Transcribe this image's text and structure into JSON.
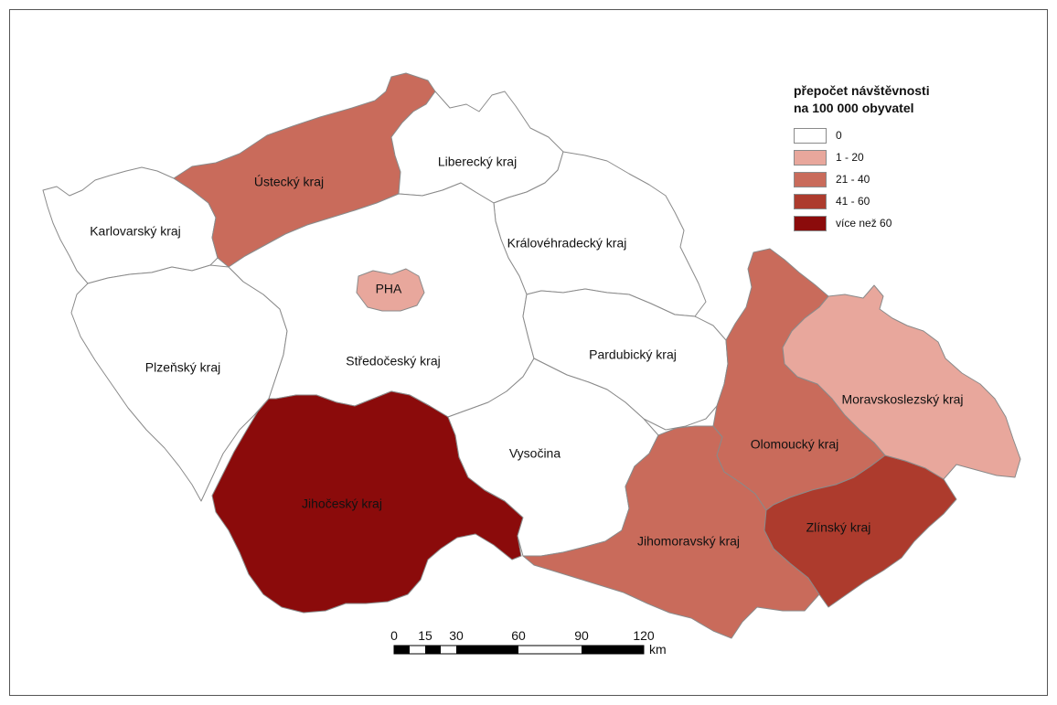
{
  "regions": [
    {
      "key": "karlovarsky",
      "label": "Karlovarský kraj",
      "class": "0"
    },
    {
      "key": "ustecky",
      "label": "Ústecký kraj",
      "class": "21 - 40"
    },
    {
      "key": "liberecky",
      "label": "Liberecký kraj",
      "class": "0"
    },
    {
      "key": "kralovehradecky",
      "label": "Královéhradecký kraj",
      "class": "0"
    },
    {
      "key": "plzensky",
      "label": "Plzeňský kraj",
      "class": "0"
    },
    {
      "key": "stredocesky",
      "label": "Středočeský kraj",
      "class": "0"
    },
    {
      "key": "praha",
      "label": "PHA",
      "class": "1 - 20"
    },
    {
      "key": "pardubicky",
      "label": "Pardubický kraj",
      "class": "0"
    },
    {
      "key": "jihocesky",
      "label": "Jihočeský kraj",
      "class": "více než 60"
    },
    {
      "key": "vysocina",
      "label": "Vysočina",
      "class": "0"
    },
    {
      "key": "jihomoravsky",
      "label": "Jihomoravský kraj",
      "class": "21 - 40"
    },
    {
      "key": "olomoucky",
      "label": "Olomoucký kraj",
      "class": "21 - 40"
    },
    {
      "key": "zlinsky",
      "label": "Zlínský kraj",
      "class": "41 - 60"
    },
    {
      "key": "moravskoslezsky",
      "label": "Moravskoslezský kraj",
      "class": "1 - 20"
    }
  ],
  "legend": {
    "title_line1": "přepočet návštěvnosti",
    "title_line2": "na 100 000 obyvatel",
    "items": [
      {
        "label": "0",
        "color": "#ffffff"
      },
      {
        "label": "1 - 20",
        "color": "#e8a79c"
      },
      {
        "label": "21 - 40",
        "color": "#c96b5b"
      },
      {
        "label": "41 - 60",
        "color": "#ad3b2d"
      },
      {
        "label": "více než 60",
        "color": "#8b0b0b"
      }
    ]
  },
  "scale_bar": {
    "ticks": [
      "0",
      "15",
      "30",
      "60",
      "90",
      "120"
    ],
    "unit": "km"
  }
}
